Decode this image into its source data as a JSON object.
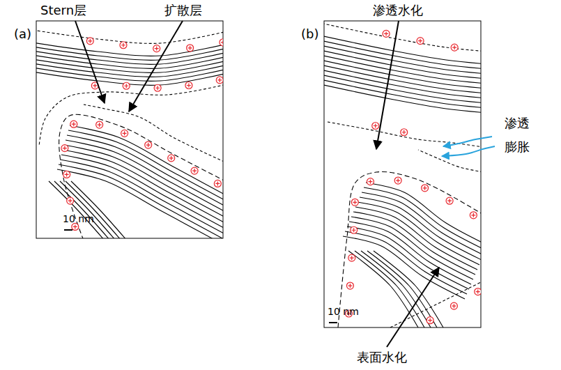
{
  "diagram": {
    "labels": [
      "Stern层",
      "扩散层",
      "(a)",
      "(b)",
      "渗透水化",
      "渗透 膨胀",
      "10 nm",
      "10 nm",
      "表面水化"
    ]
  }
}
